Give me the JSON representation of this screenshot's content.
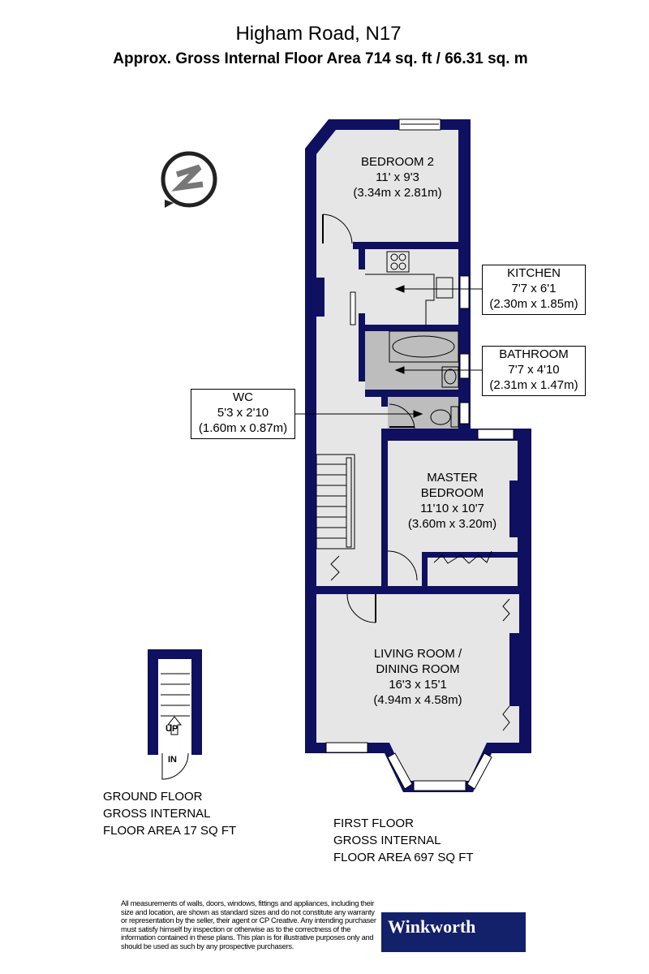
{
  "header": {
    "title": "Higham Road, N17",
    "subtitle": "Approx. Gross Internal Floor Area 714 sq. ft / 66.31 sq. m"
  },
  "colors": {
    "wall": "#0f1060",
    "floor": "#e6e6e6",
    "wet_room": "#bdbdbd",
    "logo_bg": "#13206a"
  },
  "compass": {
    "icon": "north-arrow-icon",
    "letter": "N"
  },
  "rooms": {
    "bedroom2": {
      "name": "BEDROOM 2",
      "imperial": "11' x 9'3",
      "metric": "(3.34m x 2.81m)"
    },
    "kitchen": {
      "name": "KITCHEN",
      "imperial": "7'7 x 6'1",
      "metric": "(2.30m x 1.85m)"
    },
    "bathroom": {
      "name": "BATHROOM",
      "imperial": "7'7 x 4'10",
      "metric": "(2.31m x 1.47m)"
    },
    "wc": {
      "name": "WC",
      "imperial": "5'3 x 2'10",
      "metric": "(1.60m x 0.87m)"
    },
    "master": {
      "name1": "MASTER",
      "name2": "BEDROOM",
      "imperial": "11'10 x 10'7",
      "metric": "(3.60m x 3.20m)"
    },
    "living": {
      "name1": "LIVING ROOM /",
      "name2": "DINING ROOM",
      "imperial": "16'3 x 15'1",
      "metric": "(4.94m x 4.58m)"
    }
  },
  "ground_floor": {
    "up": "UP",
    "in": "IN",
    "line1": "GROUND FLOOR",
    "line2": "GROSS INTERNAL",
    "line3": "FLOOR AREA 17 SQ FT"
  },
  "first_floor": {
    "line1": "FIRST FLOOR",
    "line2": "GROSS INTERNAL",
    "line3": "FLOOR AREA 697 SQ FT"
  },
  "footer": {
    "disclaimer": "All measurements of walls, doors, windows, fittings and appliances, including their size and location, are shown as standard sizes and do not constitute any warranty or representation by the seller, their agent or CP Creative. Any intending purchaser must satisfy himself by inspection or otherwise as to the correctness of the information contained in these plans. This plan is for illustrative purposes only and should be used as such by any prospective purchasers.",
    "logo": "Winkworth"
  }
}
